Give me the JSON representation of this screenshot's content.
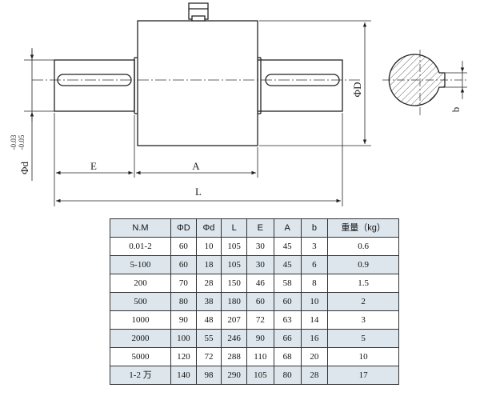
{
  "drawing": {
    "dim_labels": {
      "phi_D": "ΦD",
      "phi_d_base": "Φd",
      "tol_upper": "-0.03",
      "tol_lower": "-0.05",
      "E": "E",
      "A": "A",
      "L": "L",
      "b": "b"
    }
  },
  "table": {
    "headers": [
      "N.M",
      "ΦD",
      "Φd",
      "L",
      "E",
      "A",
      "b",
      "重量（kg）"
    ],
    "rows": [
      [
        "0.01-2",
        "60",
        "10",
        "105",
        "30",
        "45",
        "3",
        "0.6"
      ],
      [
        "5-100",
        "60",
        "18",
        "105",
        "30",
        "45",
        "6",
        "0.9"
      ],
      [
        "200",
        "70",
        "28",
        "150",
        "46",
        "58",
        "8",
        "1.5"
      ],
      [
        "500",
        "80",
        "38",
        "180",
        "60",
        "60",
        "10",
        "2"
      ],
      [
        "1000",
        "90",
        "48",
        "207",
        "72",
        "63",
        "14",
        "3"
      ],
      [
        "2000",
        "100",
        "55",
        "246",
        "90",
        "66",
        "16",
        "5"
      ],
      [
        "5000",
        "120",
        "72",
        "288",
        "110",
        "68",
        "20",
        "10"
      ],
      [
        "1-2 万",
        "140",
        "98",
        "290",
        "105",
        "80",
        "28",
        "17"
      ]
    ]
  }
}
